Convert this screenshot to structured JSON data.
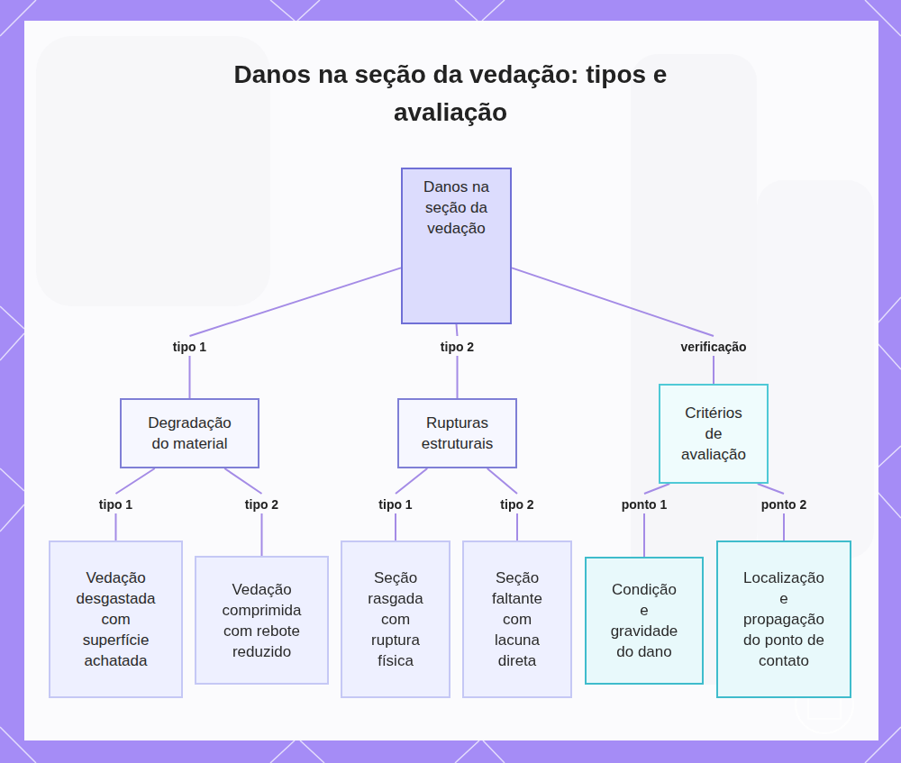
{
  "diagram": {
    "title": "Danos na seção da vedação: tipos e avaliação",
    "nodes": [
      {
        "text": [
          "Danos na seção da vedação"
        ]
      },
      {
        "text": [
          "Degradação do material"
        ]
      },
      {
        "text": [
          "Rupturas estruturais"
        ]
      },
      {
        "text": [
          "Critérios de avaliação"
        ]
      },
      {
        "text": [
          "Vedação desgastada com superfície achatada"
        ]
      },
      {
        "text": [
          "Vedação comprimida com rebote reduzido"
        ]
      },
      {
        "text": [
          "Seção rasgada com ruptura física"
        ]
      },
      {
        "text": [
          "Seção faltante com lacuna direta"
        ]
      },
      {
        "text": [
          "Condição e gravidade do dano"
        ]
      },
      {
        "text": [
          "Localização e propagação do ponto de contato"
        ]
      }
    ],
    "edges": [
      {
        "from": 0,
        "to": 1,
        "label": "tipo 1",
        "arrow": "none"
      },
      {
        "from": 0,
        "to": 2,
        "label": "tipo 2",
        "arrow": "none"
      },
      {
        "from": 0,
        "to": 3,
        "label": "verificação",
        "arrow": "none"
      },
      {
        "from": 1,
        "to": 4,
        "label": "tipo 1",
        "arrow": "none"
      },
      {
        "from": 1,
        "to": 5,
        "label": "tipo 2",
        "arrow": "none"
      },
      {
        "from": 2,
        "to": 6,
        "label": "tipo 1",
        "arrow": "none"
      },
      {
        "from": 2,
        "to": 7,
        "label": "tipo 2",
        "arrow": "none"
      },
      {
        "from": 3,
        "to": 8,
        "label": "ponto 1",
        "arrow": "none"
      },
      {
        "from": 3,
        "to": 9,
        "label": "ponto 2",
        "arrow": "none"
      }
    ]
  }
}
